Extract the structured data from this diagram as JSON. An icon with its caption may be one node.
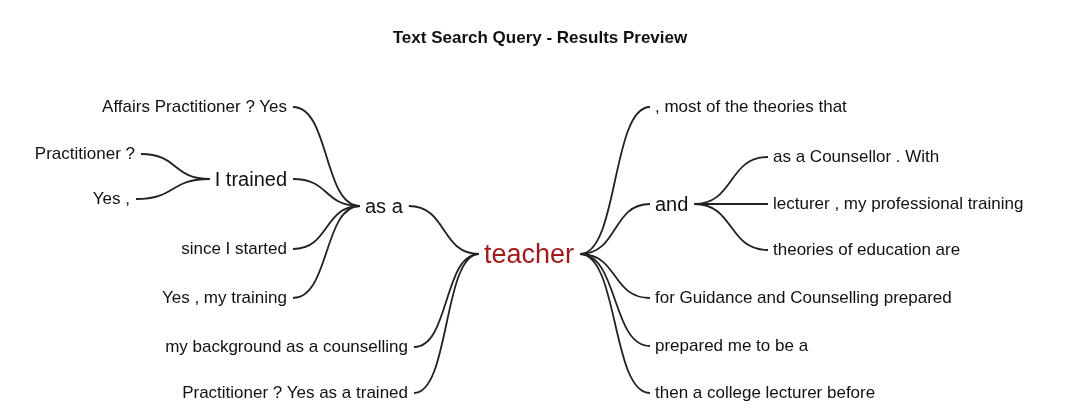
{
  "diagram": {
    "title": "Text Search Query - Results Preview",
    "nodes": [
      {
        "text": [
          "Affairs Practitioner ? Yes"
        ]
      },
      {
        "text": [
          "Practitioner ?"
        ]
      },
      {
        "text": [
          "Yes ,"
        ]
      },
      {
        "text": [
          "I trained"
        ]
      },
      {
        "text": [
          "since I started"
        ]
      },
      {
        "text": [
          "Yes , my training"
        ]
      },
      {
        "text": [
          "as a"
        ]
      },
      {
        "text": [
          "my background as a counselling"
        ]
      },
      {
        "text": [
          "Practitioner ? Yes as a trained"
        ]
      },
      {
        "text": [
          "teacher"
        ]
      },
      {
        "text": [
          ", most of the theories that"
        ]
      },
      {
        "text": [
          "and"
        ]
      },
      {
        "text": [
          "as a Counsellor . With"
        ]
      },
      {
        "text": [
          "lecturer , my professional training"
        ]
      },
      {
        "text": [
          "theories of education are"
        ]
      },
      {
        "text": [
          "for Guidance and Counselling prepared"
        ]
      },
      {
        "text": [
          "prepared me to be a"
        ]
      },
      {
        "text": [
          "then a college lecturer before"
        ]
      }
    ],
    "edges": [
      {
        "from": 0,
        "to": 6,
        "arrow": "none"
      },
      {
        "from": 1,
        "to": 3,
        "arrow": "none"
      },
      {
        "from": 2,
        "to": 3,
        "arrow": "none"
      },
      {
        "from": 3,
        "to": 6,
        "arrow": "none"
      },
      {
        "from": 4,
        "to": 6,
        "arrow": "none"
      },
      {
        "from": 5,
        "to": 6,
        "arrow": "none"
      },
      {
        "from": 6,
        "to": 9,
        "arrow": "none"
      },
      {
        "from": 7,
        "to": 9,
        "arrow": "none"
      },
      {
        "from": 8,
        "to": 9,
        "arrow": "none"
      },
      {
        "from": 9,
        "to": 10,
        "arrow": "none"
      },
      {
        "from": 9,
        "to": 11,
        "arrow": "none"
      },
      {
        "from": 11,
        "to": 12,
        "arrow": "none"
      },
      {
        "from": 11,
        "to": 13,
        "arrow": "none"
      },
      {
        "from": 11,
        "to": 14,
        "arrow": "none"
      },
      {
        "from": 9,
        "to": 15,
        "arrow": "none"
      },
      {
        "from": 9,
        "to": 16,
        "arrow": "none"
      },
      {
        "from": 9,
        "to": 17,
        "arrow": "none"
      }
    ]
  }
}
